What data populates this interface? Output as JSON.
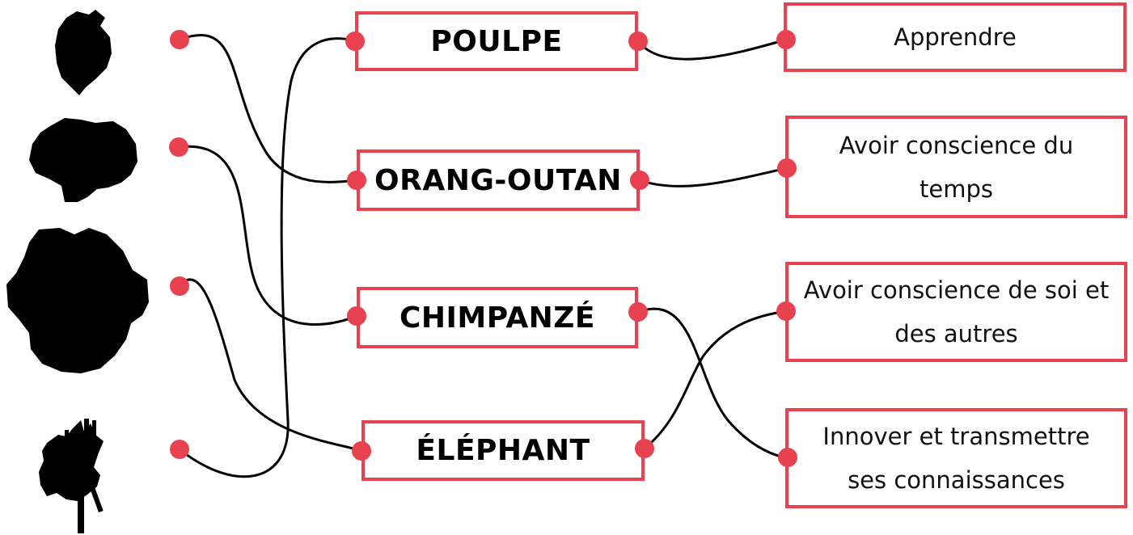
{
  "colors": {
    "accent": "#e8414f",
    "line": "#000000",
    "silhouette": "#000000"
  },
  "animals": [
    "POULPE",
    "ORANG-OUTAN",
    "CHIMPANZÉ",
    "ÉLÉPHANT"
  ],
  "skills": [
    "Apprendre",
    "Avoir conscience du temps",
    "Avoir conscience de soi et des autres",
    "Innover et transmettre ses connaissances"
  ],
  "brain_icons": [
    "brain-silhouette-icon",
    "brain-silhouette-icon",
    "brain-silhouette-icon",
    "neuron-silhouette-icon"
  ]
}
